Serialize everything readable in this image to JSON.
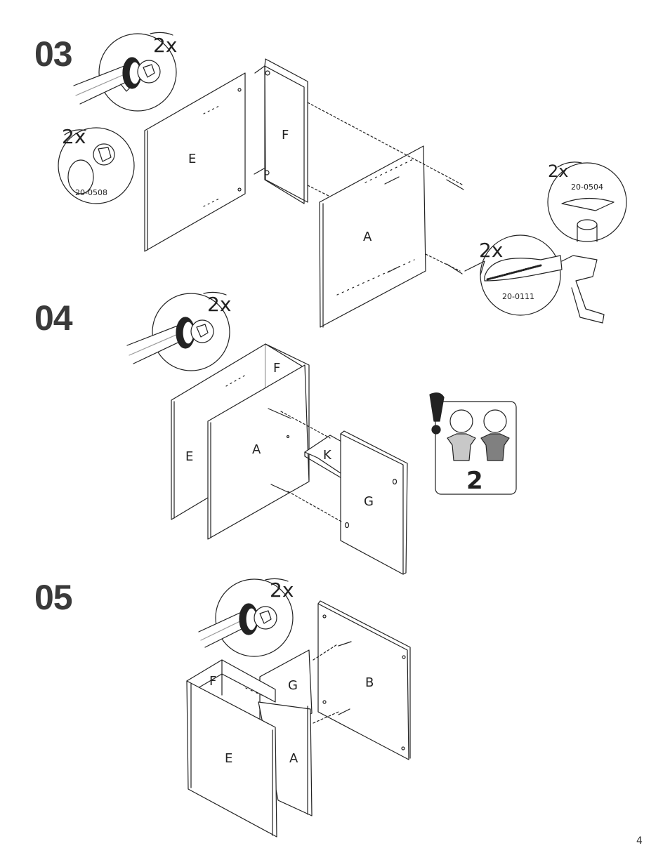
{
  "steps": [
    {
      "number": "03"
    },
    {
      "number": "04"
    },
    {
      "number": "05"
    }
  ],
  "step03": {
    "cam_qty": "2x",
    "cover_qty": "2x",
    "cover_part": "20-0508",
    "dowel_qty": "2x",
    "dowel_part": "20-0504",
    "screw_qty": "2x",
    "screw_part": "20-0111",
    "panel_e": "E",
    "panel_f": "F",
    "panel_a": "A"
  },
  "step04": {
    "cam_qty": "2x",
    "panel_f": "F",
    "panel_e": "E",
    "panel_a": "A",
    "panel_k": "K",
    "panel_g": "G",
    "people_count": "2"
  },
  "step05": {
    "cam_qty": "2x",
    "panel_f": "F",
    "panel_g": "G",
    "panel_b": "B",
    "panel_e": "E",
    "panel_a": "A"
  },
  "page_number": "4",
  "colors": {
    "line": "#222222",
    "step_number": "#3a3a3a",
    "shirt_light": "#c8c8c8",
    "shirt_dark": "#808080"
  }
}
